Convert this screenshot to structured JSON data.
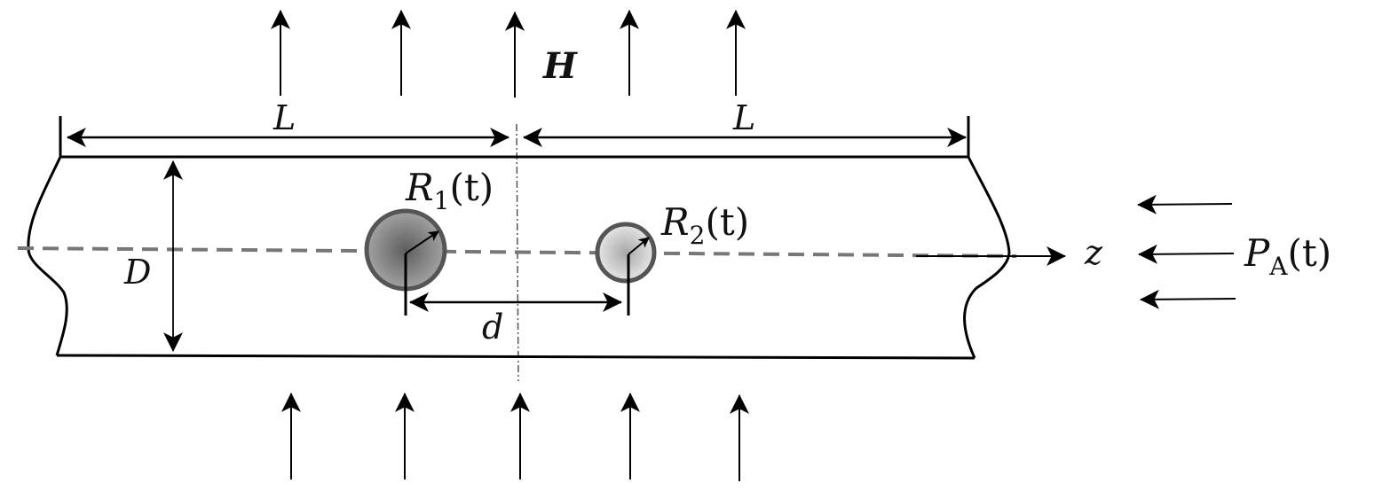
{
  "diagram": {
    "field_label": "H",
    "length_left_label": "L",
    "length_right_label": "L",
    "diameter_label": "D",
    "separation_label": "d",
    "axis_label": "z",
    "bubble1": {
      "symbol": "R",
      "subscript": "1",
      "arg": "(t)"
    },
    "bubble2": {
      "symbol": "R",
      "subscript": "2",
      "arg": "(t)"
    },
    "pressure": {
      "symbol": "P",
      "subscript": "A",
      "arg": "(t)"
    },
    "colors": {
      "line": "#000000",
      "axis_dash": "#777777",
      "bubble_border": "#555555",
      "bubble1_fill": "#8a8a8a",
      "bubble2_fill": "#cfcfcf"
    }
  }
}
